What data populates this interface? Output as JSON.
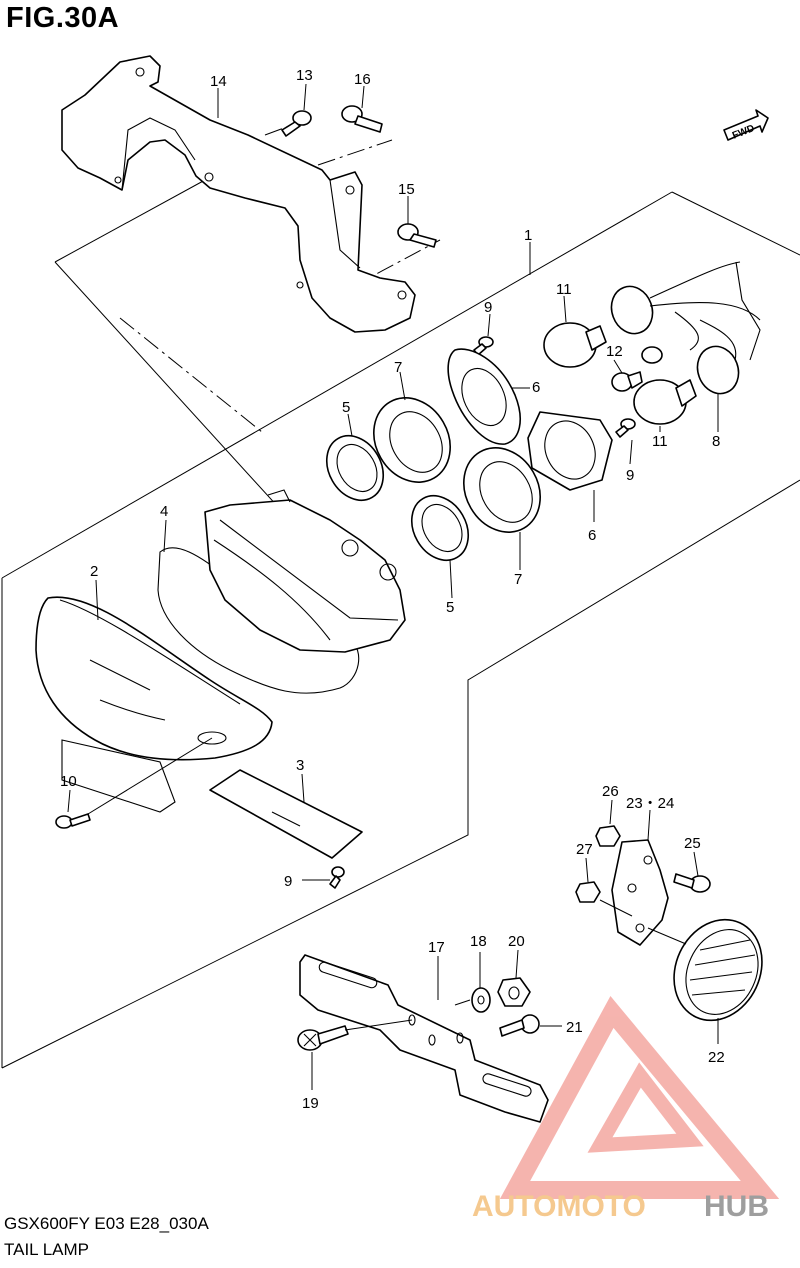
{
  "figure": {
    "title": "FIG.30A",
    "model_code": "GSX600FY E03 E28_030A",
    "section_name": "TAIL LAMP",
    "direction_label": "FWD"
  },
  "callouts": [
    "1",
    "2",
    "3",
    "4",
    "5",
    "5",
    "6",
    "6",
    "7",
    "7",
    "8",
    "9",
    "9",
    "9",
    "10",
    "11",
    "11",
    "12",
    "13",
    "14",
    "15",
    "16",
    "17",
    "18",
    "19",
    "20",
    "21",
    "22",
    "23・24",
    "25",
    "26",
    "27"
  ],
  "watermark": {
    "text_part1": "AUTOMOTO",
    "text_part2": "HUB",
    "color_primary": "#f4a7a1",
    "color_secondary": "#f5c98f",
    "color_tertiary": "#9e9e9e"
  }
}
